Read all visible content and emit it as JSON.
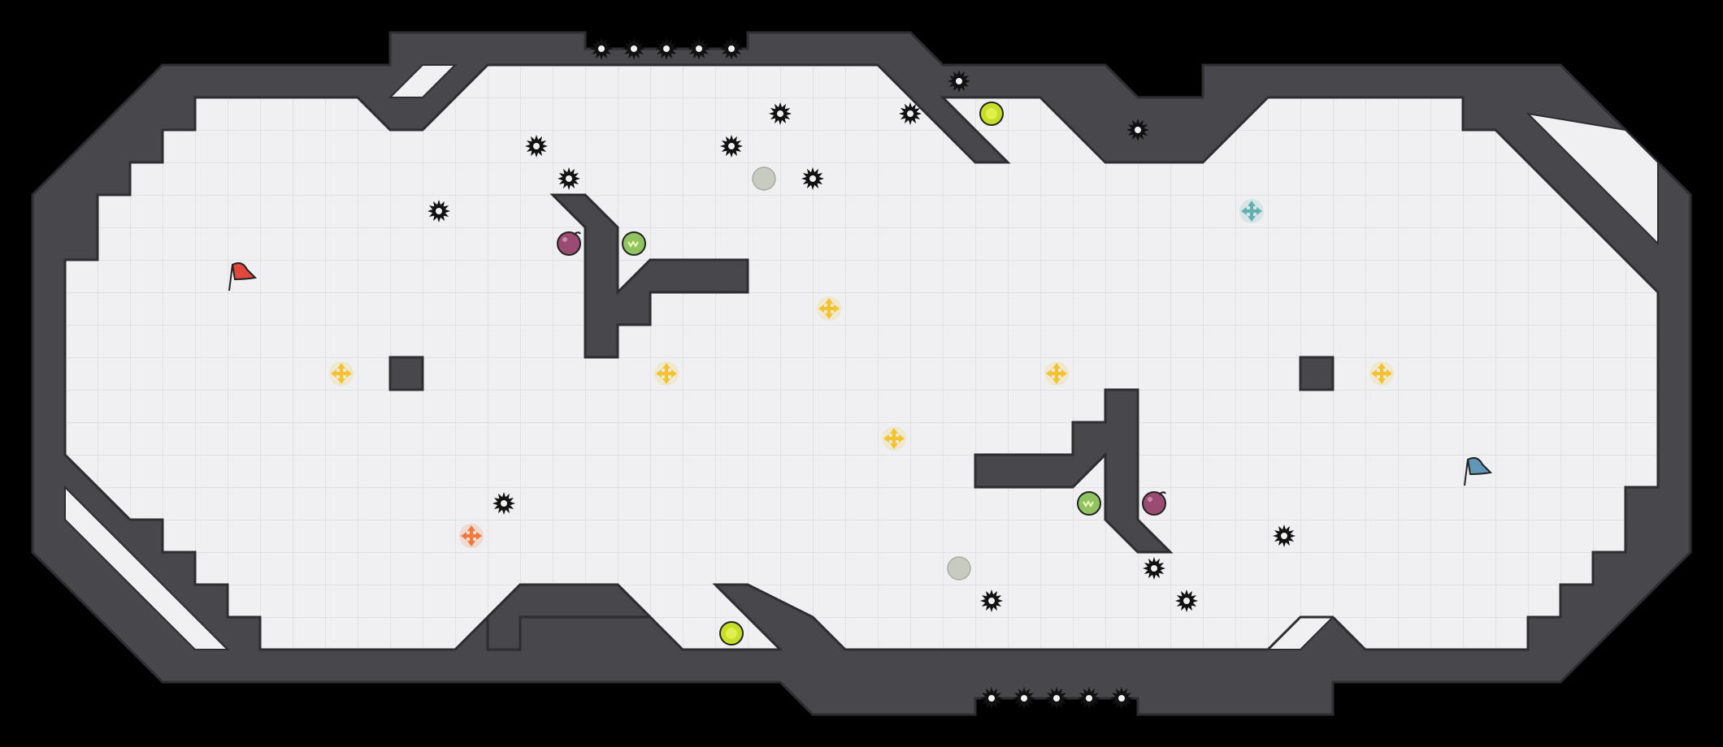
{
  "map": {
    "title": "",
    "colors": {
      "background": "#000000",
      "floor": "#f0f0f2",
      "grid_line": "#dcdce0",
      "wall": "#48474c",
      "wall_outline": "#2e2d31",
      "spike": "#111111",
      "red_team": "#e0483c",
      "blue_team": "#5f97b8",
      "boost_neutral": "#f2c230",
      "boost_red": "#ef7a3c",
      "boost_blue": "#62b0b0",
      "powerup": "#c8de24",
      "bomb": "#9a4b72",
      "portal": "#8fc460",
      "button": "#c8cbc0"
    },
    "flags": [
      {
        "team": "red",
        "icon": "red-flag-icon"
      },
      {
        "team": "blue",
        "icon": "blue-flag-icon"
      }
    ],
    "element_counts": {
      "spikes": 24,
      "neutral_boosts": 6,
      "team_boosts": 2,
      "powerups": 2,
      "bombs": 2,
      "portals": 2,
      "buttons": 2
    }
  }
}
